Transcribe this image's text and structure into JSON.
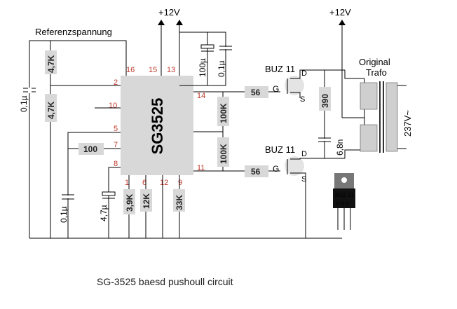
{
  "ic": {
    "name": "SG3525",
    "pins": {
      "p1": "1",
      "p2": "2",
      "p5": "5",
      "p6": "6",
      "p7": "7",
      "p8": "8",
      "p9": "9",
      "p10": "10",
      "p11": "11",
      "p12": "12",
      "p13": "13",
      "p14": "14",
      "p15": "15",
      "p16": "16"
    }
  },
  "labels": {
    "ref_voltage": "Referenzspannung",
    "supply1": "+12V",
    "supply2": "+12V",
    "trafo_line1": "Original",
    "trafo_line2": "Trafo",
    "ac_out": "237V~",
    "mosfet_top": "BUZ 11",
    "mosfet_bottom": "BUZ 11",
    "package_label": "BUZ 11",
    "package_pins": "G D S",
    "caption": "SG-3525 baesd pushoull circuit"
  },
  "mosfet_pins": {
    "gate": "G",
    "drain": "D",
    "source": "S"
  },
  "components": {
    "r_4k7_top": "4,7K",
    "r_4k7_bottom": "4,7K",
    "c_0_1u_left": "0,1µ",
    "r_100": "100",
    "c_0_1u_ct": "0,1µ",
    "c_4_7u": "4,7µ",
    "r_3k9": "3,9K",
    "r_12k": "12K",
    "r_33k": "33K",
    "c_100u": "100µ",
    "c_0_1u_supply": "0,1µ",
    "r_100k_top": "100K",
    "r_100k_bottom": "100K",
    "r_56_top": "56",
    "r_56_bottom": "56",
    "r_390": "390",
    "c_6_8n": "6,8n"
  },
  "colors": {
    "wire": "#000000",
    "component_fill": "#d8d8d8",
    "pin_number": "#c0392b",
    "mosfet_pin": "#2a2a9a",
    "ic_fill": "#d8d8d8"
  }
}
